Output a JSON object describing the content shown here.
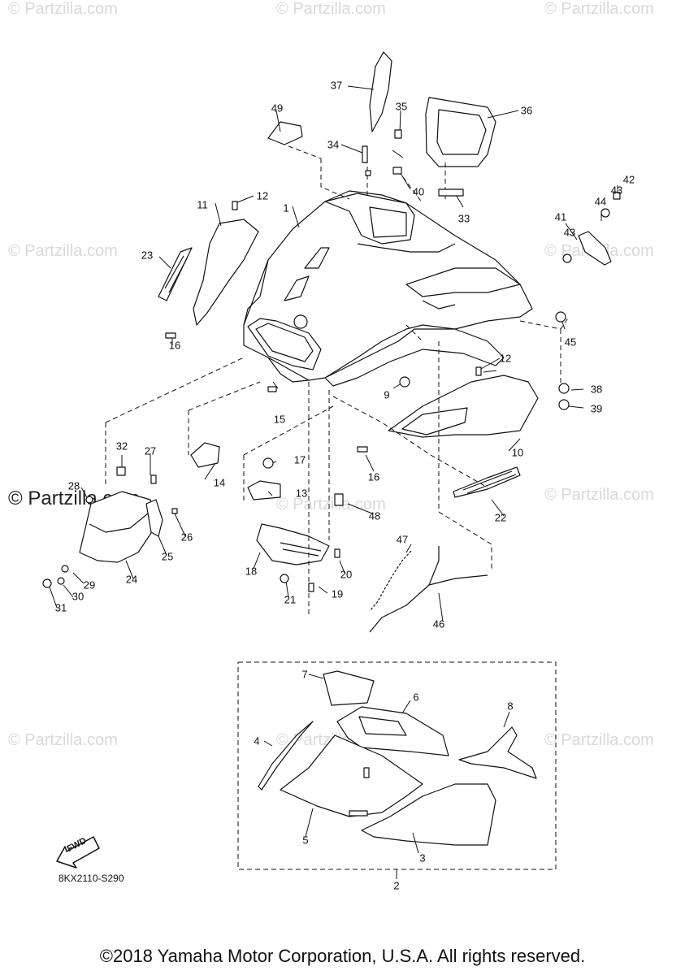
{
  "watermark": {
    "text": "© Partzilla.com",
    "dark_text": "© Partzilla.com"
  },
  "diagram_code": "8KX2110-S290",
  "fwd_label": "FWD",
  "copyright": "©2018 Yamaha Motor Corporation, U.S.A. All rights reserved.",
  "callouts": [
    "1",
    "2",
    "3",
    "4",
    "5",
    "6",
    "7",
    "8",
    "9",
    "10",
    "11",
    "12",
    "12",
    "13",
    "14",
    "15",
    "16",
    "16",
    "17",
    "18",
    "19",
    "20",
    "21",
    "22",
    "23",
    "24",
    "25",
    "26",
    "27",
    "28",
    "29",
    "30",
    "31",
    "32",
    "33",
    "34",
    "35",
    "36",
    "37",
    "38",
    "39",
    "40",
    "41",
    "42",
    "43",
    "43",
    "44",
    "45",
    "46",
    "47",
    "48",
    "49"
  ]
}
